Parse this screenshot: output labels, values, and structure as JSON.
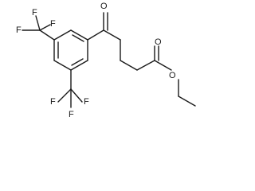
{
  "structure": {
    "atoms": {
      "upper_cf3": {
        "f_top": "F",
        "f_left": "F",
        "f_right": "F",
        "carbon": "C"
      },
      "lower_cf3": {
        "f_left": "F",
        "f_right": "F",
        "f_bottom": "F",
        "carbon": "C"
      },
      "ketone_oxygen": "O",
      "ester_carbonyl_oxygen": "O",
      "ester_ether_oxygen": "O"
    }
  },
  "colors": {
    "bond": "#1a1a1a",
    "label": "#1a1a1a",
    "background": "#ffffff"
  }
}
